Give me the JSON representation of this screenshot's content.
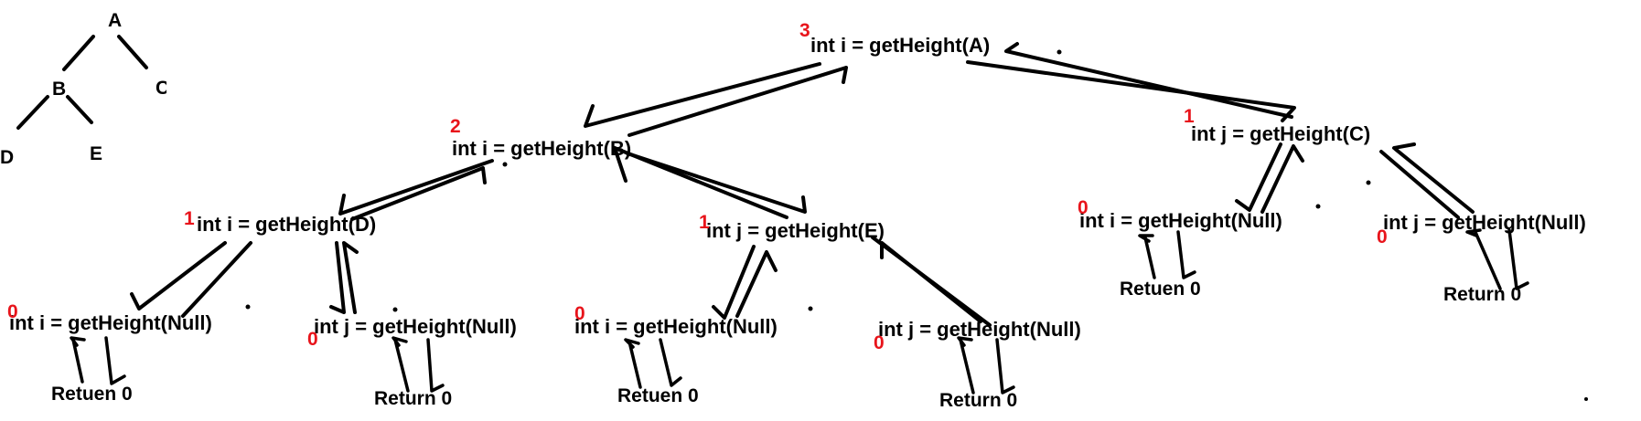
{
  "tree": {
    "nodes": [
      "A",
      "B",
      "C",
      "D",
      "E"
    ]
  },
  "calls": [
    {
      "id": "A",
      "text": "int i = getHeight(A)",
      "result": "3"
    },
    {
      "id": "B",
      "text": "int i = getHeight(B)",
      "result": "2"
    },
    {
      "id": "C",
      "text": "int j = getHeight(C)",
      "result": "1"
    },
    {
      "id": "D",
      "text": "int i = getHeight(D)",
      "result": "1"
    },
    {
      "id": "E",
      "text": "int j = getHeight(E)",
      "result": "1"
    },
    {
      "id": "D_L",
      "text": "int i = getHeight(Null)",
      "result": "0"
    },
    {
      "id": "D_R",
      "text": "int j = getHeight(Null)",
      "result": "0"
    },
    {
      "id": "E_L",
      "text": "int i = getHeight(Null)",
      "result": "0"
    },
    {
      "id": "E_R",
      "text": "int j = getHeight(Null)",
      "result": "0"
    },
    {
      "id": "C_L",
      "text": "int i = getHeight(Null)",
      "result": "0"
    },
    {
      "id": "C_R",
      "text": "int j = getHeight(Null)",
      "result": "0"
    }
  ],
  "returns": [
    "Retuen 0",
    "Return 0",
    "Retuen 0",
    "Return 0",
    "Retuen 0",
    "Return 0"
  ]
}
